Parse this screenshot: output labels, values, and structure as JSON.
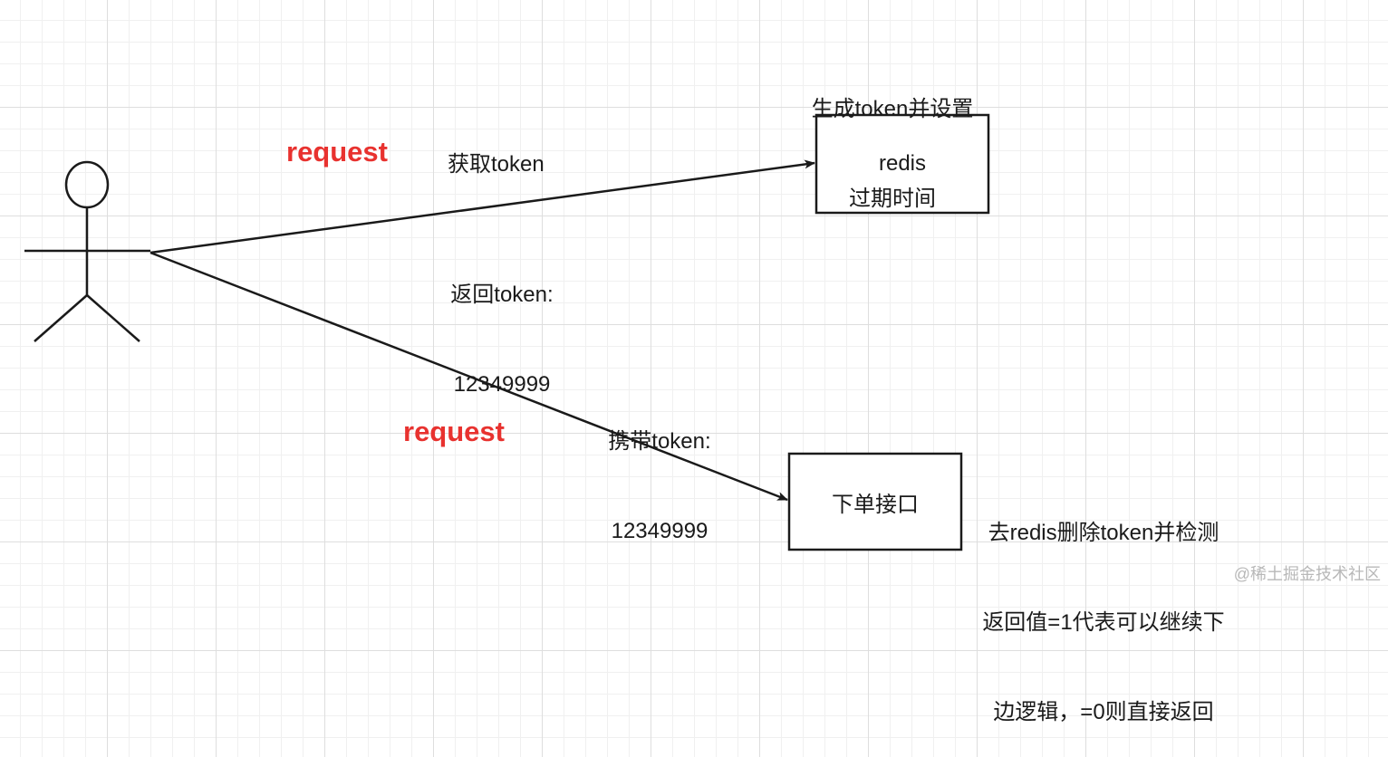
{
  "actor": {
    "icon": "stick-figure-user-icon"
  },
  "redis_box": {
    "label": "redis",
    "note_lines": [
      "生成token并设置",
      "过期时间"
    ]
  },
  "order_box": {
    "label": "下单接口",
    "note_lines": [
      "去redis删除token并检测",
      "返回值=1代表可以继续下",
      "边逻辑，=0则直接返回"
    ]
  },
  "edges": {
    "to_redis": {
      "label": "获取token",
      "return_lines": [
        "返回token:",
        "12349999"
      ],
      "request_label": "request"
    },
    "to_order": {
      "label_lines": [
        "携带token:",
        "12349999"
      ],
      "request_label": "request"
    }
  },
  "colors": {
    "request": "#e8322f",
    "stroke": "#1a1a1a",
    "grid": "#dedede"
  },
  "watermark": "@稀土掘金技术社区"
}
